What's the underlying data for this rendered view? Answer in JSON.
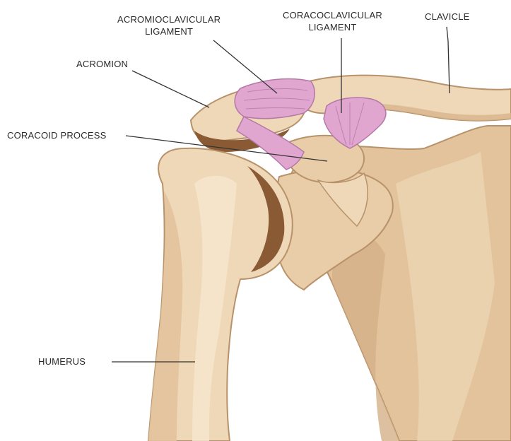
{
  "labels": {
    "acromioclavicular": {
      "line1": "ACROMIOCLAVICULAR",
      "line2": "LIGAMENT"
    },
    "coracoclavicular": {
      "line1": "CORACOCLAVICULAR",
      "line2": "LIGAMENT"
    },
    "clavicle": "CLAVICLE",
    "acromion": "ACROMION",
    "coracoid": "CORACOID PROCESS",
    "humerus": "HUMERUS"
  },
  "colors": {
    "bone_light": "#efd8b8",
    "bone_mid": "#e2c39c",
    "bone_shadow": "#c9a47a",
    "bone_dark": "#8a5a34",
    "ligament": "#e0a6d0",
    "ligament_stroke": "#b478a6",
    "leader": "#333333"
  }
}
